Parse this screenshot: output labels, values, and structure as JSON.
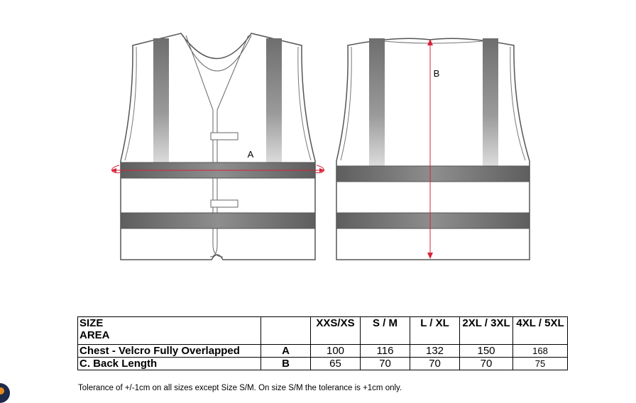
{
  "diagram": {
    "label_a": "A",
    "label_b": "B"
  },
  "table": {
    "header": {
      "size": "SIZE",
      "area": "AREA",
      "sizes": [
        "XXS/XS",
        "S / M",
        "L / XL",
        "2XL / 3XL",
        "4XL / 5XL"
      ]
    },
    "rows": [
      {
        "label": "Chest - Velcro Fully Overlapped",
        "code": "A",
        "values": [
          "100",
          "116",
          "132",
          "150",
          "168"
        ]
      },
      {
        "label": "C. Back Length",
        "code": "B",
        "values": [
          "65",
          "70",
          "70",
          "70",
          "75"
        ]
      }
    ]
  },
  "note": "Tolerance of +/-1cm on all sizes except Size S/M. On size S/M the tolerance is +1cm only.",
  "colors": {
    "measure_red": "#d9233a",
    "tape_grey": "#7a7a7a",
    "outline": "#4a4a4a"
  }
}
